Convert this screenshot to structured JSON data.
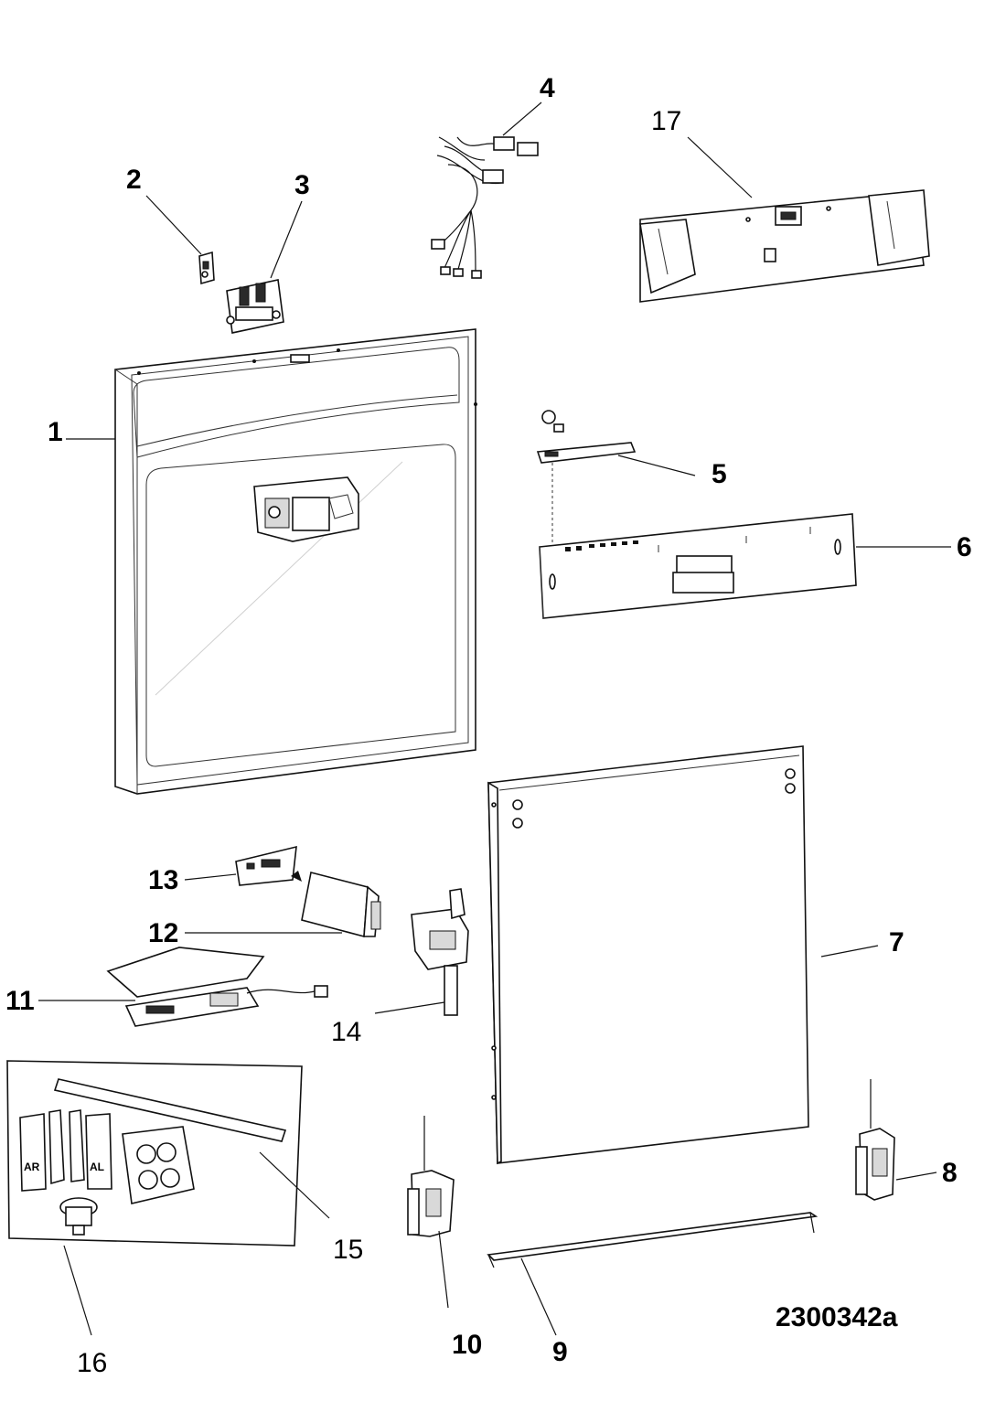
{
  "diagram": {
    "labels": [
      {
        "id": "1",
        "text": "1"
      },
      {
        "id": "2",
        "text": "2"
      },
      {
        "id": "3",
        "text": "3"
      },
      {
        "id": "4",
        "text": "4"
      },
      {
        "id": "5",
        "text": "5"
      },
      {
        "id": "6",
        "text": "6"
      },
      {
        "id": "7",
        "text": "7"
      },
      {
        "id": "8",
        "text": "8"
      },
      {
        "id": "9",
        "text": "9"
      },
      {
        "id": "10",
        "text": "10"
      },
      {
        "id": "11",
        "text": "11"
      },
      {
        "id": "12",
        "text": "12"
      },
      {
        "id": "13",
        "text": "13"
      },
      {
        "id": "14",
        "text": "14"
      },
      {
        "id": "15",
        "text": "15"
      },
      {
        "id": "16",
        "text": "16"
      },
      {
        "id": "17",
        "text": "17"
      }
    ],
    "reference_code": "2300342a",
    "hinge_markings": {
      "right": "AR",
      "left": "AL"
    }
  }
}
